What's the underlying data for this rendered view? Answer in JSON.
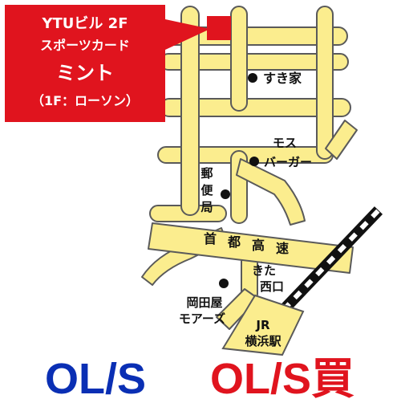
{
  "callout": {
    "line1": "YTUビル 2F",
    "line2": "スポーツカード",
    "line3": "ミント",
    "line4": "（1F：ローソン）",
    "bg_color": "#e0141e"
  },
  "landmarks": {
    "sukiya": "すき家",
    "mos_1": "モス",
    "mos_2": "バーガー",
    "post_1": "郵",
    "post_2": "便",
    "post_3": "局",
    "expressway": [
      "首",
      "都",
      "高",
      "速"
    ],
    "kita_1": "きた",
    "kita_2": "西口",
    "okadaya_1": "岡田屋",
    "okadaya_2": "モアーズ",
    "jr_1": "JR",
    "jr_2": "横浜駅"
  },
  "colors": {
    "road_fill": "#fbed8e",
    "road_outline": "#5a5a5a",
    "destination_marker": "#e0141e",
    "left_footer": "#0a2fb4",
    "right_footer": "#e0141e"
  },
  "footer": {
    "left": "OL/S",
    "right": "OL/S買"
  }
}
